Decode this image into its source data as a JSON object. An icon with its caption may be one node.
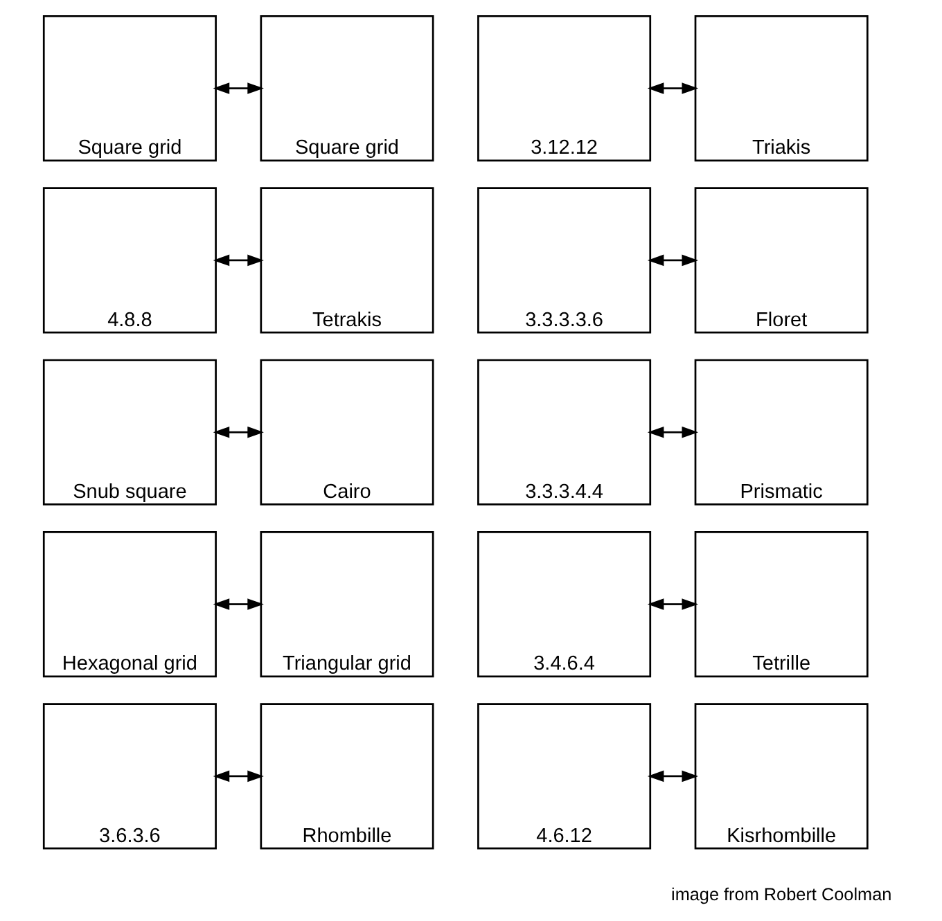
{
  "diagram": {
    "nodes": [
      {
        "text": [
          "Square grid"
        ]
      },
      {
        "text": [
          "Square grid"
        ]
      },
      {
        "text": [
          "3.12.12"
        ]
      },
      {
        "text": [
          "Triakis"
        ]
      },
      {
        "text": [
          "4.8.8"
        ]
      },
      {
        "text": [
          "Tetrakis"
        ]
      },
      {
        "text": [
          "3.3.3.3.6"
        ]
      },
      {
        "text": [
          "Floret"
        ]
      },
      {
        "text": [
          "Snub square"
        ]
      },
      {
        "text": [
          "Cairo"
        ]
      },
      {
        "text": [
          "3.3.3.4.4"
        ]
      },
      {
        "text": [
          "Prismatic"
        ]
      },
      {
        "text": [
          "Hexagonal grid"
        ]
      },
      {
        "text": [
          "Triangular grid"
        ]
      },
      {
        "text": [
          "3.4.6.4"
        ]
      },
      {
        "text": [
          "Tetrille"
        ]
      },
      {
        "text": [
          "3.6.3.6"
        ]
      },
      {
        "text": [
          "Rhombille"
        ]
      },
      {
        "text": [
          "4.6.12"
        ]
      },
      {
        "text": [
          "Kisrhombille"
        ]
      }
    ],
    "edges": [
      {
        "from": 0,
        "to": 1,
        "arrow": "both"
      },
      {
        "from": 2,
        "to": 3,
        "arrow": "both"
      },
      {
        "from": 4,
        "to": 5,
        "arrow": "both"
      },
      {
        "from": 6,
        "to": 7,
        "arrow": "both"
      },
      {
        "from": 8,
        "to": 9,
        "arrow": "both"
      },
      {
        "from": 10,
        "to": 11,
        "arrow": "both"
      },
      {
        "from": 12,
        "to": 13,
        "arrow": "both"
      },
      {
        "from": 14,
        "to": 15,
        "arrow": "both"
      },
      {
        "from": 16,
        "to": 17,
        "arrow": "both"
      },
      {
        "from": 18,
        "to": 19,
        "arrow": "both"
      }
    ],
    "labels": [
      "image from Robert Coolman"
    ]
  }
}
